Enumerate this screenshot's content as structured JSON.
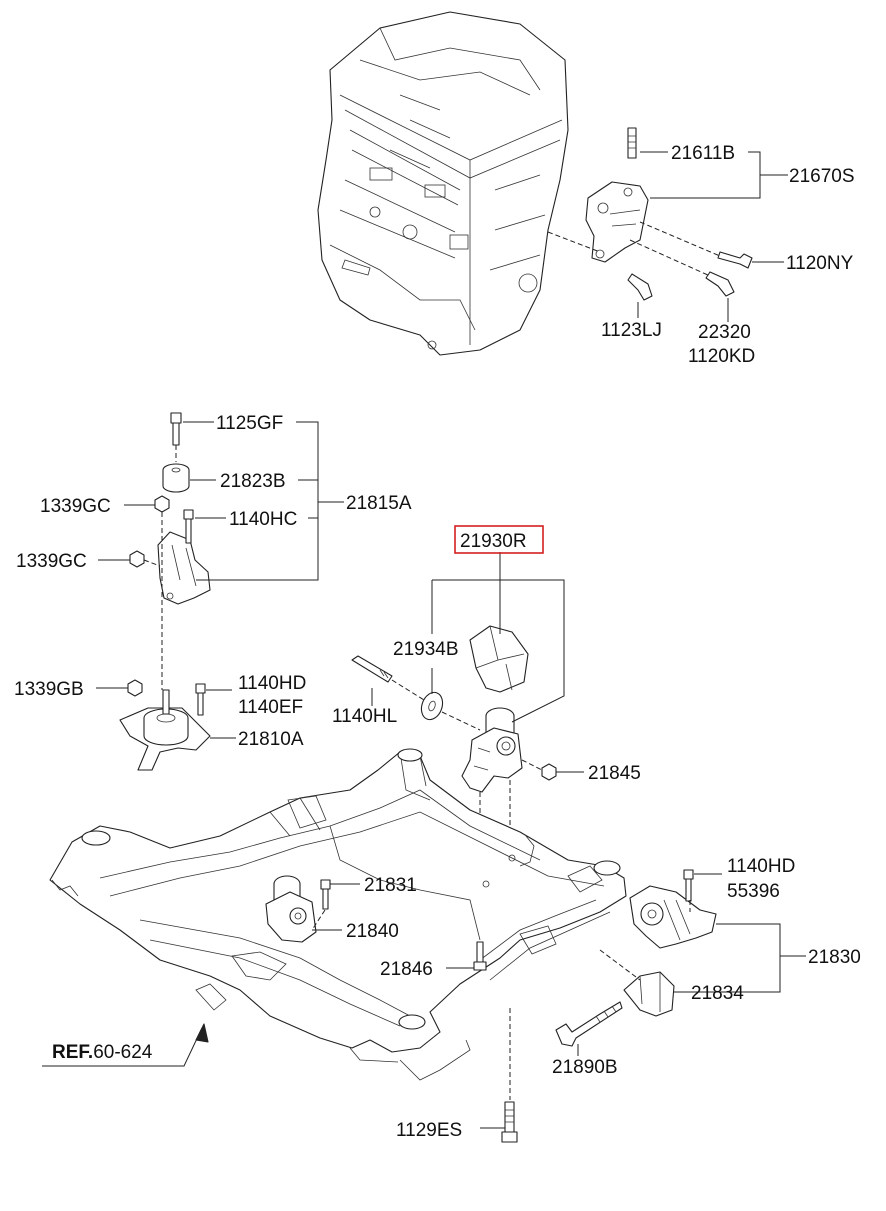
{
  "callouts": {
    "c21611B": "21611B",
    "c21670S": "21670S",
    "c1120NY": "1120NY",
    "c1123LJ": "1123LJ",
    "c22320": "22320",
    "c1120KD": "1120KD",
    "c1125GF": "1125GF",
    "c21823B": "21823B",
    "c1339GC_a": "1339GC",
    "c1140HC": "1140HC",
    "c21815A": "21815A",
    "c1339GC_b": "1339GC",
    "c21930R": "21930R",
    "c21934B": "21934B",
    "c1339GB": "1339GB",
    "c1140HD_a": "1140HD",
    "c1140EF": "1140EF",
    "c1140HL": "1140HL",
    "c21810A": "21810A",
    "c21845": "21845",
    "c1140HD_b": "1140HD",
    "c55396": "55396",
    "c21831": "21831",
    "c21840": "21840",
    "c21830": "21830",
    "c21846": "21846",
    "c21834": "21834",
    "c21890B": "21890B",
    "c1129ES": "1129ES"
  },
  "reference": {
    "prefix": "REF.",
    "number": "60-624"
  },
  "highlight_color": "#d32020"
}
